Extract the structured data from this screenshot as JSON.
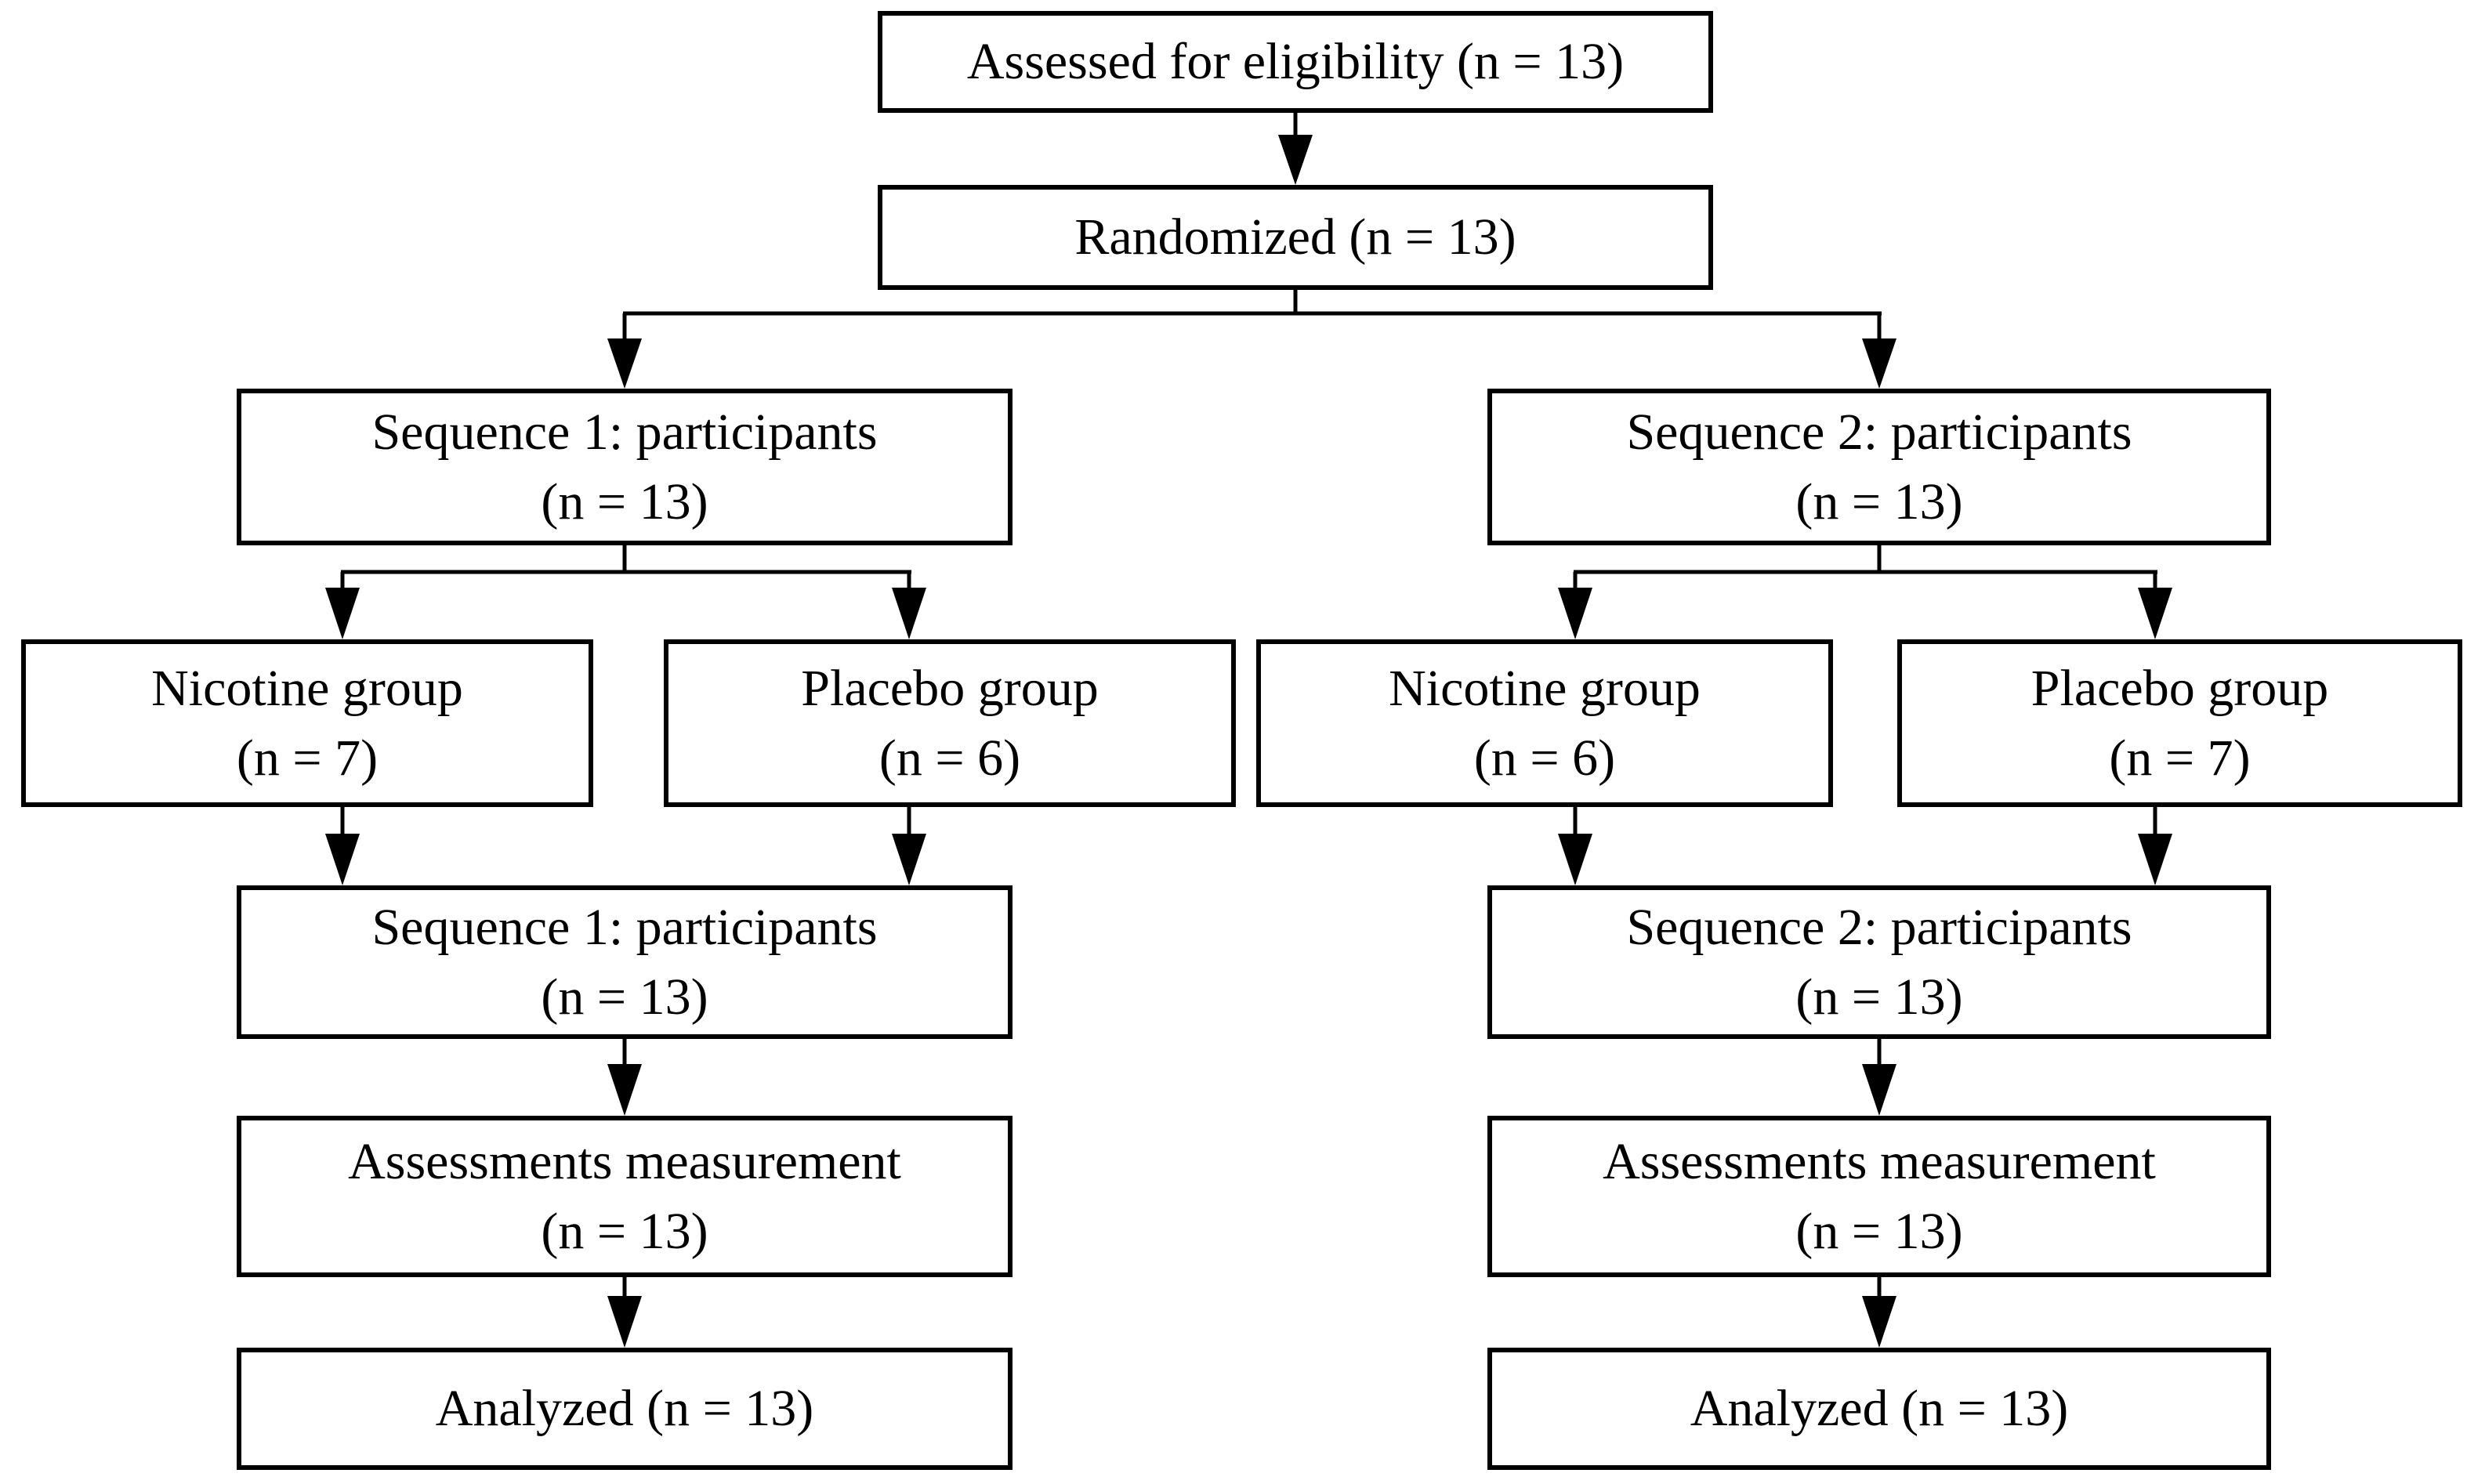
{
  "boxes": {
    "assessed": {
      "label": "Assessed for eligibility (n = 13)"
    },
    "randomized": {
      "label": "Randomized (n = 13)"
    },
    "seq1_alloc": {
      "line1": "Sequence 1: participants",
      "line2": "(n = 13)"
    },
    "seq2_alloc": {
      "line1": "Sequence 2: participants",
      "line2": "(n = 13)"
    },
    "seq1_nicotine": {
      "line1": "Nicotine group",
      "line2": "(n = 7)"
    },
    "seq1_placebo": {
      "line1": "Placebo group",
      "line2": "(n = 6)"
    },
    "seq2_nicotine": {
      "line1": "Nicotine group",
      "line2": "(n = 6)"
    },
    "seq2_placebo": {
      "line1": "Placebo group",
      "line2": "(n = 7)"
    },
    "seq1_period2": {
      "line1": "Sequence 1: participants",
      "line2": "(n = 13)"
    },
    "seq2_period2": {
      "line1": "Sequence 2: participants",
      "line2": "(n = 13)"
    },
    "seq1_assessments": {
      "line1": "Assessments measurement",
      "line2": "(n = 13)"
    },
    "seq2_assessments": {
      "line1": "Assessments measurement",
      "line2": "(n = 13)"
    },
    "seq1_analyzed": {
      "label": "Analyzed (n = 13)"
    },
    "seq2_analyzed": {
      "label": "Analyzed (n = 13)"
    }
  },
  "colors": {
    "background": "#ffffff",
    "box_border": "#000000",
    "text": "#000000",
    "line": "#000000"
  }
}
